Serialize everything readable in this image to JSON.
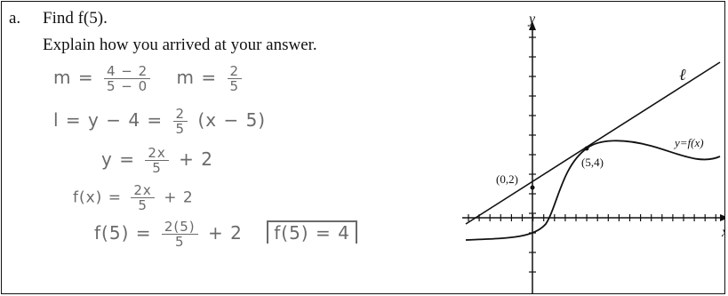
{
  "question": {
    "label": "a.",
    "prompt": "Find f(5).",
    "instruction": "Explain how you arrived at your answer."
  },
  "work": {
    "line1_m1": "m =",
    "line1_frac_num": "4 − 2",
    "line1_frac_den": "5 − 0",
    "line1_m2": "m =",
    "line1_frac2_num": "2",
    "line1_frac2_den": "5",
    "line2_lhs": "l =  y − 4 =",
    "line2_frac_num": "2",
    "line2_frac_den": "5",
    "line2_rhs": "(x − 5)",
    "line3_lhs": "y =",
    "line3_frac_num": "2x",
    "line3_frac_den": "5",
    "line3_rhs": "+ 2",
    "line4_lhs": "f(x) =",
    "line4_frac_num": "2x",
    "line4_frac_den": "5",
    "line4_rhs": "+ 2",
    "line5_lhs": "f(5) =",
    "line5_frac_num": "2(5)",
    "line5_frac_den": "5",
    "line5_rhs": "+ 2",
    "answer": "f(5) = 4"
  },
  "graph": {
    "y_axis_label": "y",
    "x_axis_label": "x",
    "line_label": "ℓ",
    "curve_label": "y=f(x)",
    "point_intercept": "(0,2)",
    "point_tangent": "(5,4)"
  }
}
